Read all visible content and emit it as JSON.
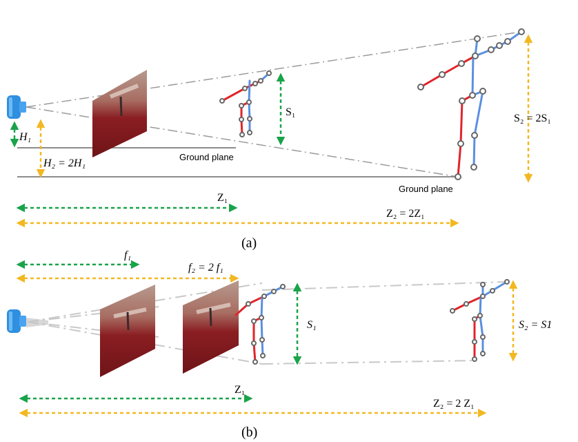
{
  "panel_a": {
    "label_s1": "S₁",
    "label_s2": "S₂ = 2S₁",
    "label_h1": "H₁",
    "label_h2": "H₂ = 2H₁",
    "label_ground_near": "Ground plane",
    "label_ground_far": "Ground plane",
    "label_z1": "Z₁",
    "label_z2": "Z₂ = 2Z₁",
    "caption": "(a)"
  },
  "panel_b": {
    "label_f1": "f₁",
    "label_f2": "f₂ = 2 f₁",
    "label_s1": "S₁",
    "label_s2": "S₂ = S1",
    "label_z1": "Z₁",
    "label_z2": "Z₂ = 2 Z₁",
    "caption": "(b)"
  },
  "colors": {
    "green_arrow": "#1aa34a",
    "gold_arrow": "#f2b822",
    "camera": "#2f8fe0",
    "bone_left": "#e0252a",
    "bone_right": "#5b8fe0"
  },
  "icons": {
    "camera_a": "camera-icon",
    "camera_b": "camera-icon"
  }
}
